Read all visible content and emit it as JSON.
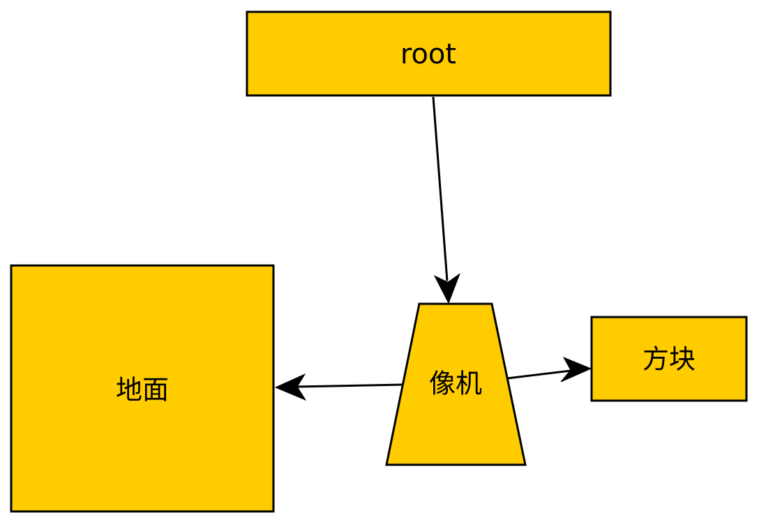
{
  "colors": {
    "node_fill": "#FFCC00",
    "node_stroke": "#000000",
    "edge": "#000000",
    "background": "#FFFFFF"
  },
  "nodes": {
    "root": {
      "label": "root",
      "shape": "rectangle"
    },
    "ground": {
      "label": "地面",
      "shape": "rectangle"
    },
    "camera": {
      "label": "像机",
      "shape": "trapezoid"
    },
    "cube": {
      "label": "方块",
      "shape": "rectangle"
    }
  },
  "edges": [
    {
      "from": "root",
      "to": "camera"
    },
    {
      "from": "camera",
      "to": "ground"
    },
    {
      "from": "camera",
      "to": "cube"
    }
  ]
}
